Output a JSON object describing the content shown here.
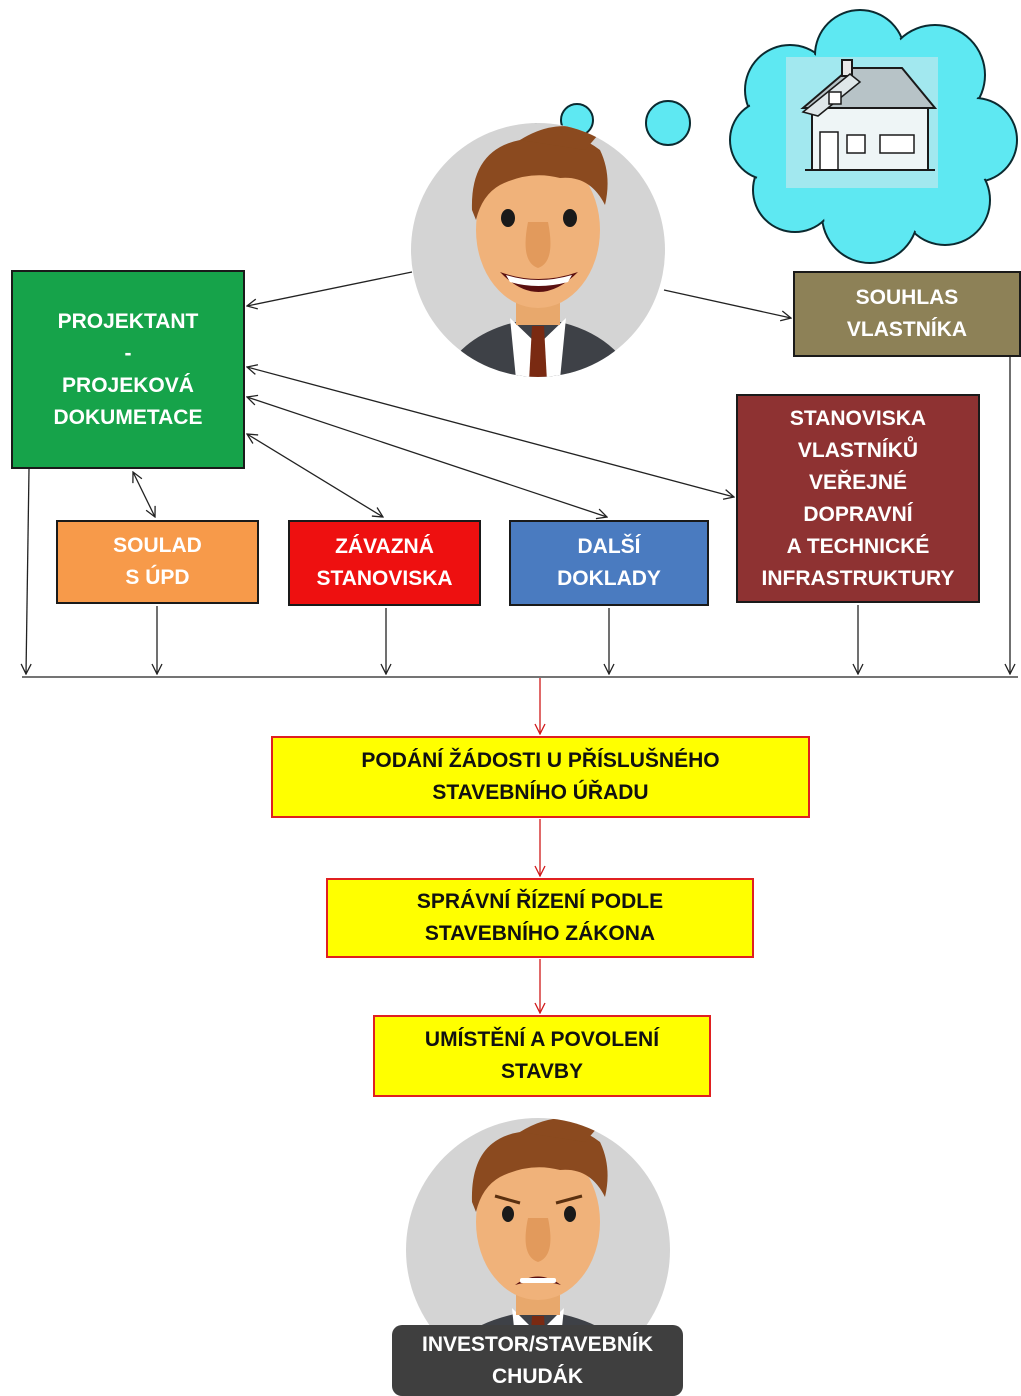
{
  "boxes": {
    "projektant": "PROJEKTANT\n-\nPROJEKOVÁ\nDOKUMETACE",
    "souhlas": "SOUHLAS\nVLASTNÍKA",
    "stanoviska": "STANOVISKA\nVLASTNÍKŮ\nVEŘEJNÉ\nDOPRAVNÍ\nA  TECHNICKÉ\nINFRASTRUKTURY",
    "soulad": "SOULAD\nS ÚPD",
    "zavazna": "ZÁVAZNÁ\nSTANOVISKA",
    "dalsi": "DALŠÍ\nDOKLADY",
    "podani": "PODÁNÍ ŽÁDOSTI U PŘÍSLUŠNÉHO\nSTAVEBNÍHO ÚŘADU",
    "spravni": "SPRÁVNÍ ŘÍZENÍ PODLE\nSTAVEBNÍHO ZÁKONA",
    "umisteni": "UMÍSTĚNÍ A POVOLENÍ\nSTAVBY"
  },
  "investor_label": "INVESTOR/STAVEBNÍK\nCHUDÁK",
  "colors": {
    "projektant": "#16a34a",
    "souhlas": "#8d8157",
    "stanoviska": "#8e3232",
    "soulad": "#f79a4a",
    "zavazna": "#ee1010",
    "dalsi": "#4a7bc0",
    "process_fill": "#ffff00",
    "process_border": "#e02020",
    "thought_cloud": "#5ee8f2"
  },
  "icons": [
    "happy-man-avatar",
    "thought-cloud",
    "house-icon",
    "sad-man-avatar"
  ]
}
